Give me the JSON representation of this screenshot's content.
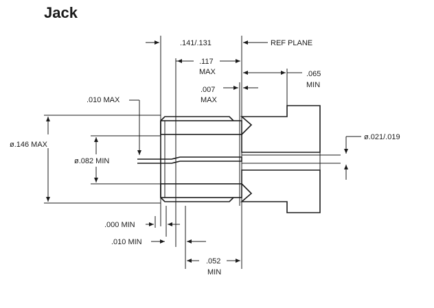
{
  "title": "Jack",
  "dims": {
    "d141": ".141/.131",
    "ref_plane": "REF PLANE",
    "d117": ".117",
    "d117_max": "MAX",
    "d065": ".065",
    "d065_min": "MIN",
    "d007": ".007",
    "d007_max": "MAX",
    "d010max": ".010  MAX",
    "dia146": "ø.146 MAX",
    "dia082": "ø.082 MIN",
    "dia021": "ø.021/.019",
    "d000min": ".000 MIN",
    "d010min": ".010 MIN",
    "d052": ".052",
    "d052_min": "MIN"
  },
  "colors": {
    "line": "#1a1a1a",
    "background": "#ffffff"
  }
}
